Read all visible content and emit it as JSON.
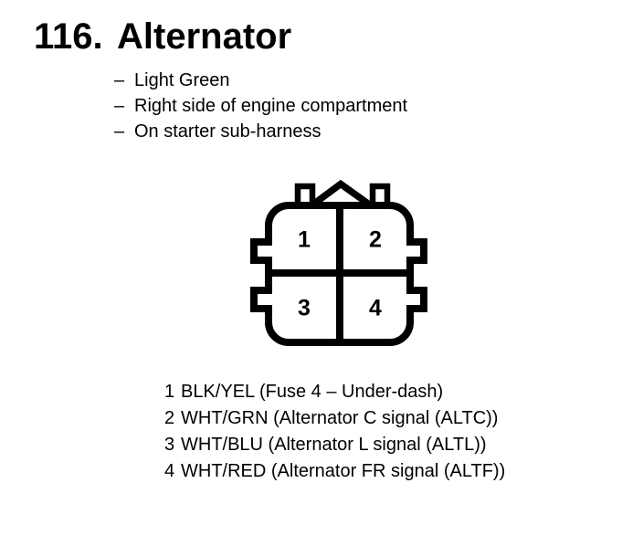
{
  "page": {
    "background": "#ffffff",
    "ink_color": "#000000"
  },
  "heading": {
    "number": "116.",
    "title": "Alternator"
  },
  "bullet_char": "–",
  "details": [
    "Light Green",
    "Right side of engine compartment",
    "On starter sub-harness"
  ],
  "connector": {
    "description": "4-pin connector front view with top locking tabs, center key triangle and side notches",
    "pins": [
      "1",
      "2",
      "3",
      "4"
    ]
  },
  "pin_table": [
    {
      "pin": "1",
      "desc": "BLK/YEL (Fuse 4 – Under-dash)"
    },
    {
      "pin": "2",
      "desc": "WHT/GRN (Alternator C signal (ALTC))"
    },
    {
      "pin": "3",
      "desc": "WHT/BLU (Alternator L signal (ALTL))"
    },
    {
      "pin": "4",
      "desc": "WHT/RED (Alternator FR signal (ALTF))"
    }
  ]
}
